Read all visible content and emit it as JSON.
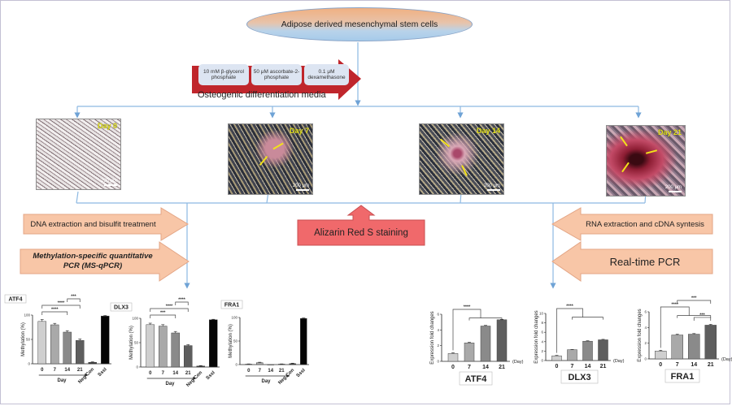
{
  "source_node": {
    "label": "Adipose derived mesenchymal stem cells"
  },
  "media": {
    "components": [
      "10 mM β-glycerol phosphate",
      "50 μM ascorbate-2-phosphate",
      "0.1 μM dexamethasone"
    ],
    "label": "Osteogenic differentiation media",
    "arrow_color": "#c0262c"
  },
  "timepoints": [
    {
      "label": "Day 0",
      "scale": "200 μm",
      "stain": "none"
    },
    {
      "label": "Day 7",
      "scale": "200 μm",
      "stain": "light"
    },
    {
      "label": "Day 14",
      "scale": "200 μm",
      "stain": "medium"
    },
    {
      "label": "Day 21",
      "scale": "200 μm",
      "stain": "strong"
    }
  ],
  "left_steps": [
    {
      "label": "DNA extraction and bisulfit treatment"
    },
    {
      "label": "Methylation-specific quantitative PCR (MS-qPCR)"
    }
  ],
  "center_step": {
    "label": "Alizarin Red S staining",
    "color": "#f0696b"
  },
  "right_steps": [
    {
      "label": "RNA extraction and cDNA syntesis"
    },
    {
      "label": "Real-time PCR"
    }
  ],
  "colors": {
    "connector": "#8db9e2",
    "orange_fill": "#f8c6a7",
    "orange_stroke": "#e3a585"
  },
  "chart_data": [
    {
      "type": "bar",
      "title": "ATF4",
      "ylabel": "Methylation (%)",
      "xlabel": "Day",
      "categories": [
        "0",
        "7",
        "14",
        "21",
        "Neg Con",
        "SssI"
      ],
      "values": [
        87,
        80,
        65,
        48,
        3,
        98
      ],
      "errors": [
        4,
        3,
        3,
        3,
        1,
        1
      ],
      "yticks": [
        0,
        50,
        100
      ],
      "ylim": [
        0,
        100
      ],
      "significance": [
        {
          "from": "0",
          "to": "14",
          "label": "****"
        },
        {
          "from": "0",
          "to": "21",
          "label": "****"
        },
        {
          "from": "14",
          "to": "21",
          "label": "***"
        }
      ]
    },
    {
      "type": "bar",
      "title": "DLX3",
      "ylabel": "Methylation (%)",
      "xlabel": "Day",
      "categories": [
        "0",
        "7",
        "14",
        "21",
        "Neg Con",
        "SssI"
      ],
      "values": [
        87,
        84,
        70,
        44,
        2,
        97
      ],
      "errors": [
        3,
        3,
        3,
        2,
        1,
        1
      ],
      "yticks": [
        0,
        50,
        100
      ],
      "ylim": [
        0,
        100
      ],
      "significance": [
        {
          "from": "0",
          "to": "14",
          "label": "***"
        },
        {
          "from": "0",
          "to": "21",
          "label": "****"
        },
        {
          "from": "14",
          "to": "21",
          "label": "****"
        }
      ]
    },
    {
      "type": "bar",
      "title": "FRA1",
      "ylabel": "Methylation (%)",
      "xlabel": "Day",
      "categories": [
        "0",
        "7",
        "14",
        "21",
        "Neg Con",
        "SssI"
      ],
      "values": [
        1,
        4,
        0,
        1,
        2,
        98
      ],
      "errors": [
        0.5,
        1,
        0,
        0.5,
        1,
        1
      ],
      "yticks": [
        0,
        50,
        100
      ],
      "ylim": [
        0,
        100
      ],
      "significance": []
    },
    {
      "type": "bar",
      "title": "ATF4",
      "ylabel": "Expression fold changes",
      "xlabel": "(Day)",
      "categories": [
        "0",
        "7",
        "14",
        "21"
      ],
      "values": [
        1.0,
        2.35,
        4.5,
        5.3
      ],
      "errors": [
        0.1,
        0.08,
        0.08,
        0.05
      ],
      "yticks": [
        0,
        2,
        4,
        6
      ],
      "ylim": [
        0,
        6
      ],
      "significance": [
        {
          "from": "0",
          "to": "7-21",
          "label": "****"
        }
      ]
    },
    {
      "type": "bar",
      "title": "DLX3",
      "ylabel": "Expression fold changes",
      "xlabel": "(Day)",
      "categories": [
        "0",
        "7",
        "14",
        "21"
      ],
      "values": [
        1.0,
        2.3,
        4.1,
        4.4
      ],
      "errors": [
        0.1,
        0.05,
        0.1,
        0.1
      ],
      "yticks": [
        0,
        2,
        4,
        6,
        8,
        10
      ],
      "ylim": [
        0,
        10
      ],
      "significance": [
        {
          "from": "0",
          "to": "7-21",
          "label": "****"
        }
      ]
    },
    {
      "type": "bar",
      "title": "FRA1",
      "ylabel": "Expression fold changes",
      "xlabel": "(Day)",
      "categories": [
        "0",
        "7",
        "14",
        "21"
      ],
      "values": [
        1.0,
        3.05,
        3.15,
        4.3
      ],
      "errors": [
        0.1,
        0.1,
        0.08,
        0.1
      ],
      "yticks": [
        0,
        2,
        4,
        6
      ],
      "ylim": [
        0,
        6
      ],
      "significance": [
        {
          "from": "0",
          "to": "7-21",
          "label": "****"
        },
        {
          "from": "14",
          "to": "21",
          "label": "***"
        },
        {
          "from": "7",
          "to": "21",
          "label": "***"
        }
      ]
    }
  ]
}
